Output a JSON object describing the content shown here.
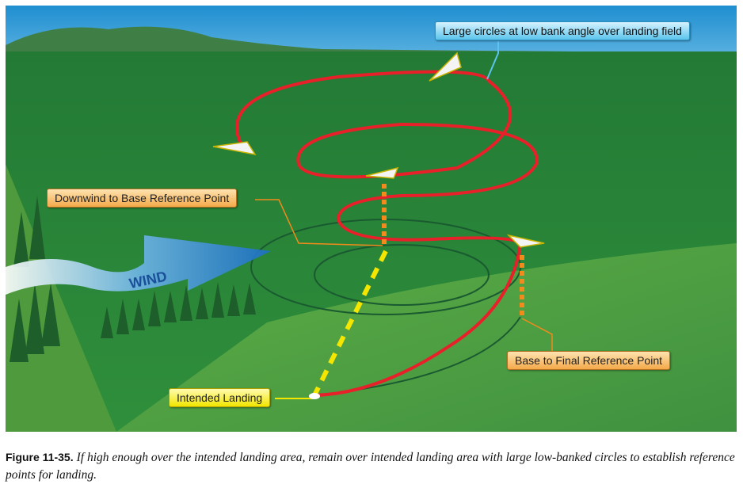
{
  "figure": {
    "labels": {
      "large_circles": "Large circles at low bank angle over landing field",
      "downwind_to_base": "Downwind to Base Reference Point",
      "base_to_final": "Base to Final Reference Point",
      "intended_landing": "Intended Landing",
      "wind": "WIND"
    },
    "caption": {
      "number": "Figure 11-35.",
      "text": "If high enough over the intended landing area, remain over intended landing area with large low-banked circles to establish reference points for landing."
    },
    "colors": {
      "path": "#e8202a",
      "final": "#f5e600",
      "field": "#2f8a3a",
      "sky": "#2e9fd6"
    }
  }
}
